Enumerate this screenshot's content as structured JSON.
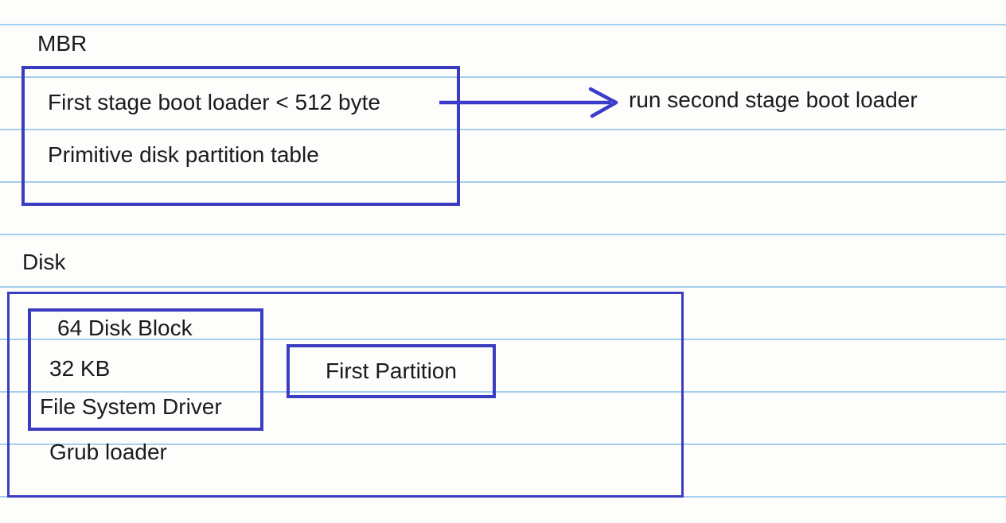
{
  "page": {
    "background_color": "#fdfdfb",
    "ruled_line_color": "#a5cfee"
  },
  "diagram": {
    "accent_color": "#3b3dc1",
    "arrow_color": "#3b3ccc",
    "text_color": "#1b1b1b",
    "mbr": {
      "label": "MBR",
      "box_lines": [
        "First stage boot loader < 512 byte",
        "Primitive disk partition table"
      ],
      "arrow": {
        "icon": "right-arrow-icon",
        "label": "run second stage boot loader"
      }
    },
    "disk": {
      "label": "Disk",
      "filesystem_box_lines": [
        "64 Disk Block",
        "32 KB",
        "File System Driver"
      ],
      "first_partition_label": "First Partition",
      "grub_label": "Grub loader"
    }
  }
}
